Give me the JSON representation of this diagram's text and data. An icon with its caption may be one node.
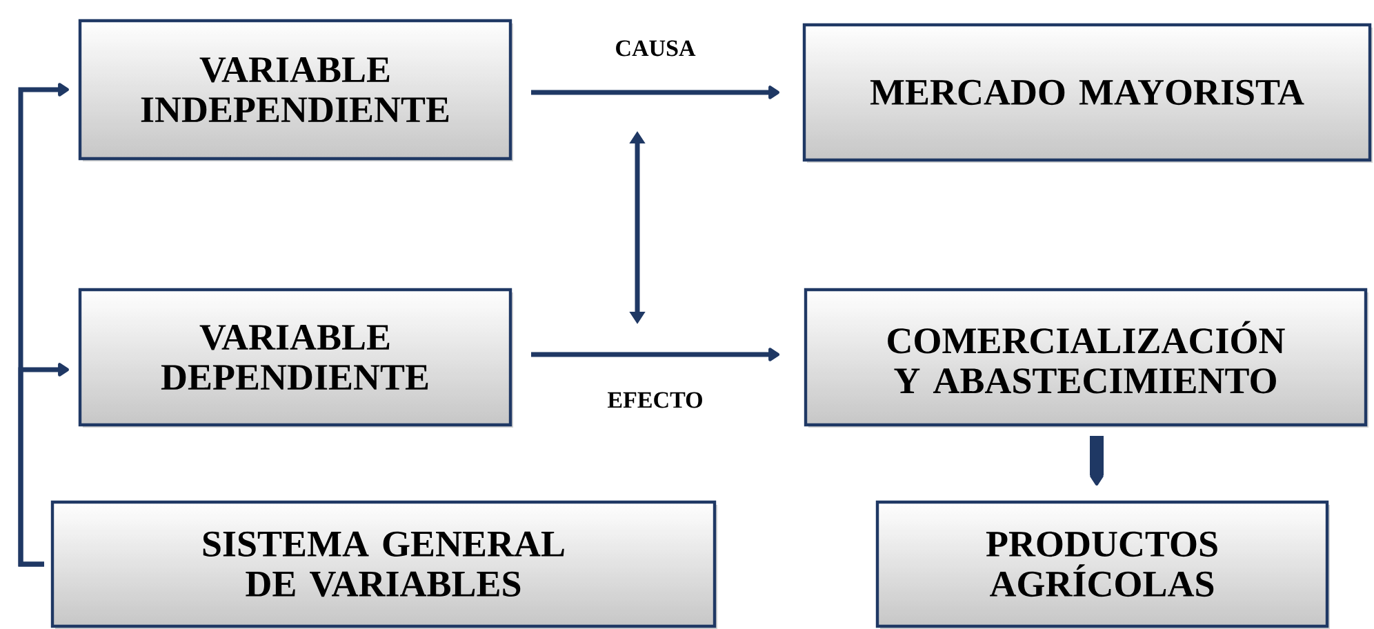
{
  "diagram": {
    "nodes": [
      {
        "text": [
          "VARIABLE INDEPENDIENTE"
        ]
      },
      {
        "text": [
          "MERCADO MAYORISTA"
        ]
      },
      {
        "text": [
          "VARIABLE DEPENDIENTE"
        ]
      },
      {
        "text": [
          "COMERCIALIZACIÓN Y ABASTECIMIENTO"
        ]
      },
      {
        "text": [
          "SISTEMA GENERAL DE VARIABLES"
        ]
      },
      {
        "text": [
          "PRODUCTOS AGRÍCOLAS"
        ]
      }
    ],
    "edges": [
      {
        "from": 0,
        "to": 1,
        "arrow": "to",
        "label": "CAUSA"
      },
      {
        "from": 2,
        "to": 3,
        "arrow": "to",
        "label": "EFECTO"
      },
      {
        "from": 3,
        "to": 5,
        "arrow": "to",
        "style": "thick"
      },
      {
        "from": 4,
        "to": 0,
        "arrow": "to"
      },
      {
        "from": 4,
        "to": 2,
        "arrow": "to"
      }
    ]
  }
}
